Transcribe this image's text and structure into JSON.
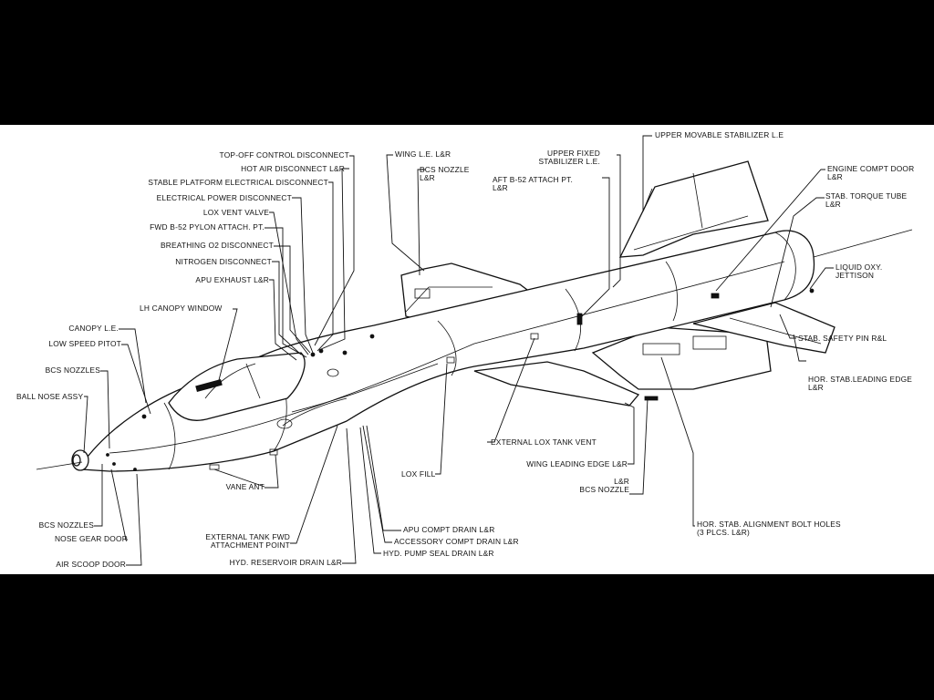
{
  "diagram": {
    "background": "#000000",
    "panel_color": "#ffffff",
    "ink_color": "#111111",
    "labels": {
      "top_off": "TOP-OFF CONTROL DISCONNECT",
      "hot_air": "HOT AIR DISCONNECT L&R",
      "stable_platform": "STABLE PLATFORM ELECTRICAL DISCONNECT",
      "electrical_power": "ELECTRICAL POWER DISCONNECT",
      "lox_vent_valve": "LOX VENT VALVE",
      "fwd_pylon": "FWD B-52 PYLON ATTACH. PT.",
      "breathing_o2": "BREATHING O2 DISCONNECT",
      "nitrogen": "NITROGEN DISCONNECT",
      "apu_exhaust": "APU EXHAUST L&R",
      "lh_canopy_window": "LH CANOPY WINDOW",
      "canopy_le": "CANOPY L.E.",
      "low_speed_pitot": "LOW SPEED PITOT",
      "bcs_nozzles_upper": "BCS NOZZLES",
      "ball_nose": "BALL NOSE ASSY",
      "bcs_nozzles_lower": "BCS NOZZLES",
      "nose_gear_door": "NOSE GEAR DOOR",
      "air_scoop_door": "AIR SCOOP DOOR",
      "vane_ant": "VANE ANT",
      "external_tank_fwd": "EXTERNAL TANK FWD\nATTACHMENT POINT",
      "hyd_reservoir": "HYD. RESERVOIR DRAIN L&R",
      "hyd_pump_seal": "HYD. PUMP SEAL DRAIN L&R",
      "accessory_compt": "ACCESSORY COMPT DRAIN L&R",
      "apu_compt_drain": "APU COMPT DRAIN L&R",
      "lox_fill": "LOX FILL",
      "external_lox_vent": "EXTERNAL LOX TANK VENT",
      "wing_le_top": "WING L.E. L&R",
      "bcs_nozzle_top": "BCS NOZZLE\nL&R",
      "upper_fixed_stab": "UPPER FIXED\nSTABILIZER L.E.",
      "aft_b52": "AFT B-52 ATTACH PT.\nL&R",
      "upper_movable_stab": "UPPER MOVABLE STABILIZER L.E",
      "engine_compt_door": "ENGINE COMPT DOOR\nL&R",
      "stab_torque_tube": "STAB. TORQUE TUBE\nL&R",
      "liquid_oxy": "LIQUID OXY.\nJETTISON",
      "stab_safety_pin": "STAB. SAFETY PIN R&L",
      "hor_stab_le": "HOR. STAB.LEADING EDGE\nL&R",
      "wing_leading_edge": "WING LEADING EDGE L&R",
      "bcs_nozzle_lower": "L&R\nBCS NOZZLE",
      "hor_stab_alignment": "HOR. STAB. ALIGNMENT BOLT HOLES\n(3 PLCS. L&R)"
    }
  }
}
